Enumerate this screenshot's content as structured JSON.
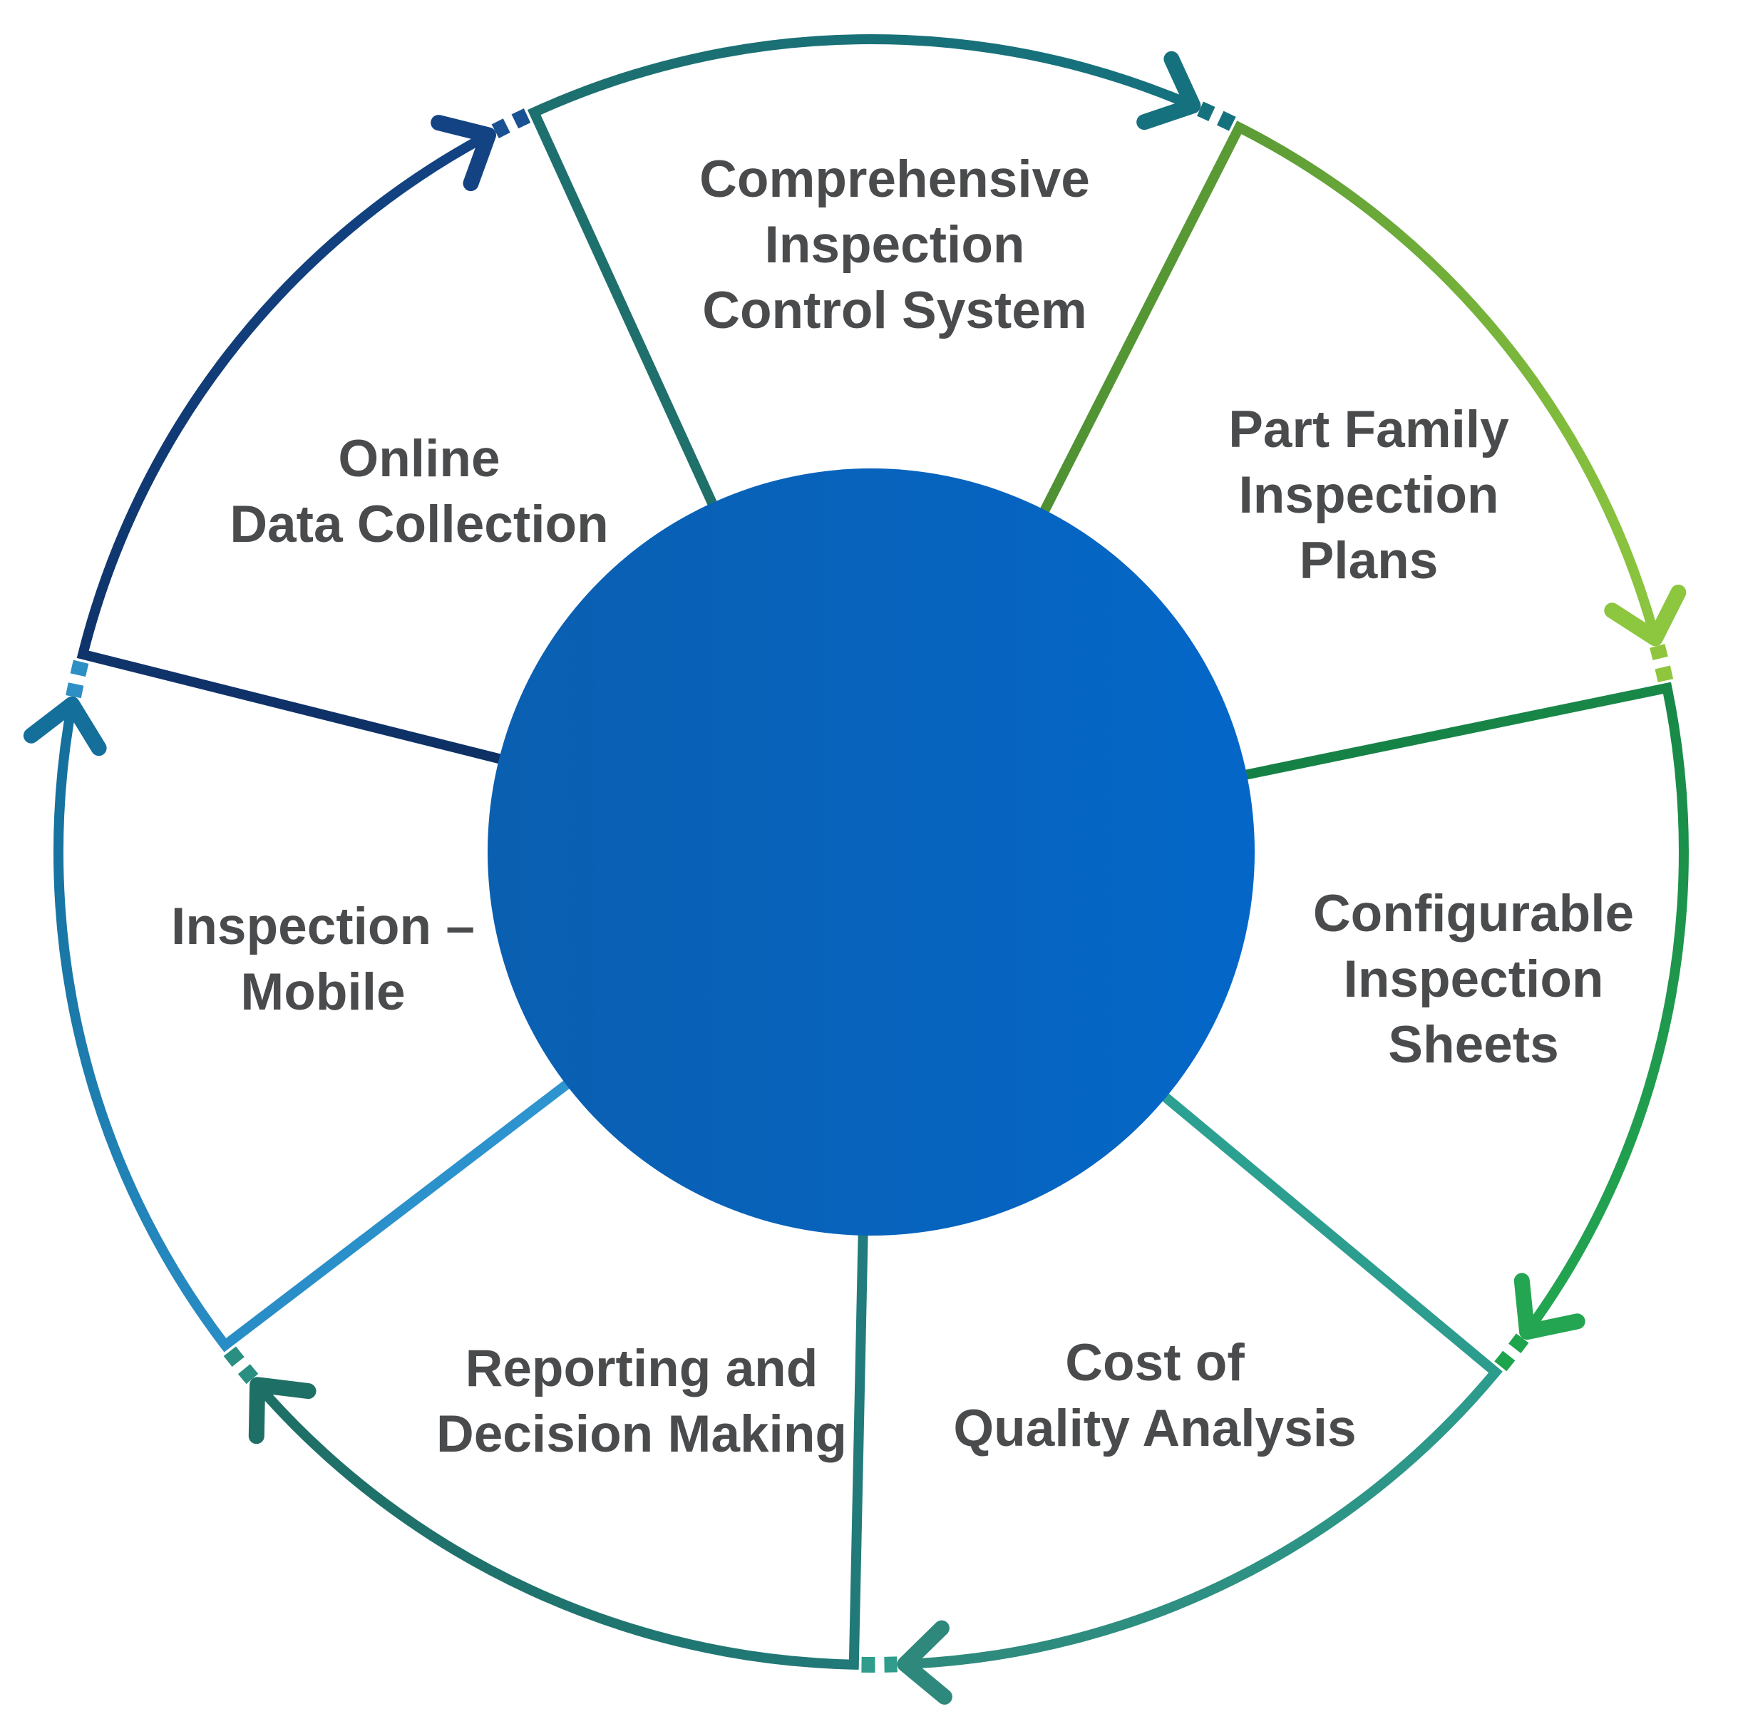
{
  "wheel": {
    "background": "#ffffff",
    "label_color": "#4A4B4D",
    "center_circle": {
      "fill_left": "#0A5FB0",
      "fill_right": "#0467C8"
    },
    "segments": [
      {
        "id": "comprehensive-inspection-control-system",
        "label": "Comprehensive\nInspection\nControl System",
        "color_start": "#20706A",
        "color_end": "#16717E",
        "dash_color": "#16717E"
      },
      {
        "id": "part-family-inspection-plans",
        "label": "Part Family\nInspection Plans",
        "color_start": "#4E9033",
        "color_end": "#8DC63F",
        "dash_color": "#8FC63D"
      },
      {
        "id": "configurable-inspection-sheets",
        "label": "Configurable\nInspection Sheets",
        "color_start": "#158045",
        "color_end": "#23A551",
        "dash_color": "#1FA44E"
      },
      {
        "id": "cost-of-quality-analysis",
        "label": "Cost of\nQuality Analysis",
        "color_start": "#2CA192",
        "color_end": "#2E897C",
        "dash_color": "#2F9C8C"
      },
      {
        "id": "reporting-and-decision-making",
        "label": "Reporting and\nDecision Making",
        "color_start": "#227C7D",
        "color_end": "#1E6F66",
        "dash_color": "#2A8F80"
      },
      {
        "id": "inspection-mobile",
        "label": "Inspection –\nMobile",
        "color_start": "#2E95D1",
        "color_end": "#146F9B",
        "dash_color": "#2E8FC4"
      },
      {
        "id": "online-data-collection",
        "label": "Online\nData Collection",
        "color_start": "#0E3064",
        "color_end": "#134383",
        "dash_color": "#1A5193"
      }
    ]
  }
}
